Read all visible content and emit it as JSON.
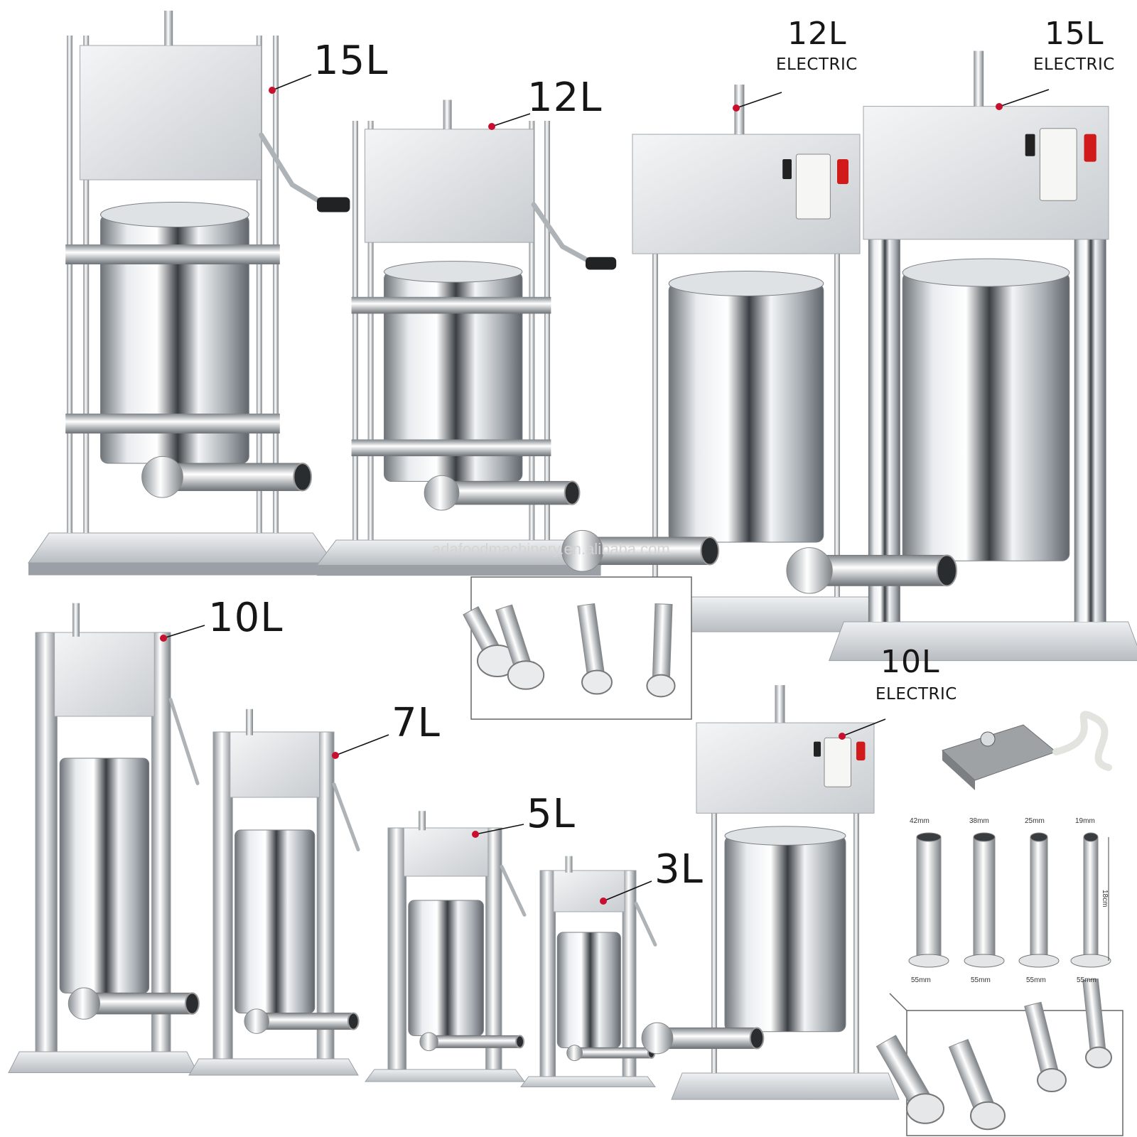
{
  "labels": {
    "m15l": {
      "cap": "15L"
    },
    "m12l": {
      "cap": "12L"
    },
    "e12l": {
      "cap": "12L",
      "sub": "ELECTRIC"
    },
    "e15l": {
      "cap": "15L",
      "sub": "ELECTRIC"
    },
    "m10l": {
      "cap": "10L"
    },
    "m7l": {
      "cap": "7L"
    },
    "m5l": {
      "cap": "5L"
    },
    "m3l": {
      "cap": "3L"
    },
    "e10l": {
      "cap": "10L",
      "sub": "ELECTRIC"
    }
  },
  "watermark": "adafoodmachinery.en.alibaba.com",
  "nozzle_dims": {
    "top": [
      "42mm",
      "38mm",
      "25mm",
      "19mm"
    ],
    "bottom": [
      "55mm",
      "55mm",
      "55mm",
      "55mm"
    ],
    "length": "18cm"
  },
  "colors": {
    "steel": "#c8ccd0",
    "marker": "#c8102e",
    "switch": "#d11a1a"
  }
}
